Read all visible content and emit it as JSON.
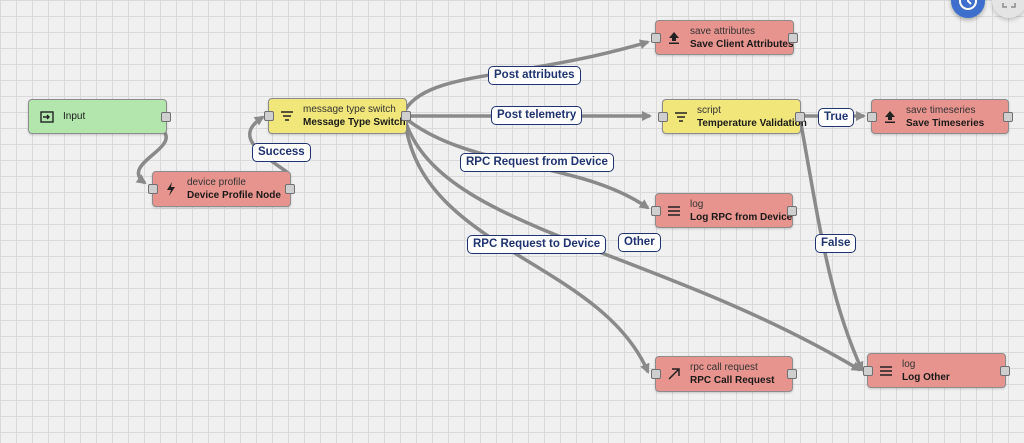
{
  "nodes": {
    "input": {
      "name": "Input",
      "icon": "input-icon"
    },
    "device_profile": {
      "type": "device profile",
      "name": "Device Profile Node",
      "icon": "flash-icon"
    },
    "msg_switch": {
      "type": "message type switch",
      "name": "Message Type Switch",
      "icon": "filter-icon"
    },
    "save_attrs": {
      "type": "save attributes",
      "name": "Save Client Attributes",
      "icon": "upload-icon"
    },
    "script": {
      "type": "script",
      "name": "Temperature Validation",
      "icon": "filter-icon"
    },
    "save_ts": {
      "type": "save timeseries",
      "name": "Save Timeseries",
      "icon": "upload-icon"
    },
    "log_rpc": {
      "type": "log",
      "name": "Log RPC from Device",
      "icon": "menu-icon"
    },
    "rpc_call": {
      "type": "rpc call request",
      "name": "RPC Call Request",
      "icon": "arrow-up-right-icon"
    },
    "log_other": {
      "type": "log",
      "name": "Log Other",
      "icon": "menu-icon"
    }
  },
  "edges": {
    "success": "Success",
    "post_attributes": "Post attributes",
    "post_telemetry": "Post telemetry",
    "rpc_from_device": "RPC Request from Device",
    "rpc_to_device": "RPC Request to Device",
    "other": "Other",
    "true": "True",
    "false": "False"
  },
  "controls": {
    "history_icon": "history-icon",
    "fullscreen_icon": "fullscreen-icon"
  },
  "colors": {
    "input_node": "#b3e6ad",
    "filter_node": "#f1e67a",
    "action_node": "#e8948e",
    "edge": "#8a8a8a",
    "label_border": "#1f3370"
  }
}
